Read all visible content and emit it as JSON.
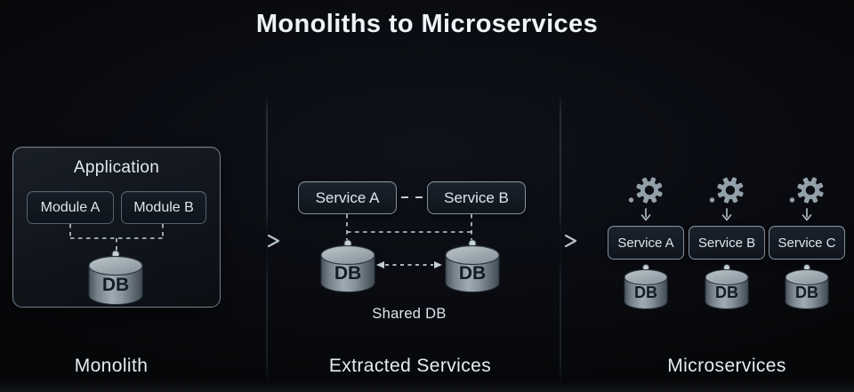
{
  "title": "Monoliths to Microservices",
  "monolith": {
    "section_label": "Monolith",
    "app_title": "Application",
    "module_a": "Module A",
    "module_b": "Module B",
    "db": "DB"
  },
  "extracted": {
    "section_label": "Extracted Services",
    "service_a": "Service A",
    "service_b": "Service B",
    "db_left": "DB",
    "db_right": "DB",
    "shared_label": "Shared DB"
  },
  "micro": {
    "section_label": "Microservices",
    "services": [
      {
        "label": "Service A",
        "db": "DB"
      },
      {
        "label": "Service B",
        "db": "DB"
      },
      {
        "label": "Service C",
        "db": "DB"
      }
    ]
  },
  "icons": {
    "gear": "gear-icon",
    "down_arrow": "down-arrow-icon",
    "flow_arrow": "right-arrow-icon",
    "db_cylinder": "database-cylinder-icon"
  },
  "colors": {
    "background": "#0a0c12",
    "title_text": "#eef3f8",
    "box_border": "#83929f",
    "box_fill": "#141b24",
    "box_text": "#dde6ec",
    "dashed_line": "#c3ced5",
    "divider": "#3e4855",
    "cylinder_body": "#8d97a0",
    "cylinder_top": "#b3bdc3",
    "db_text": "#131c26",
    "gear": "#93a0a9"
  }
}
